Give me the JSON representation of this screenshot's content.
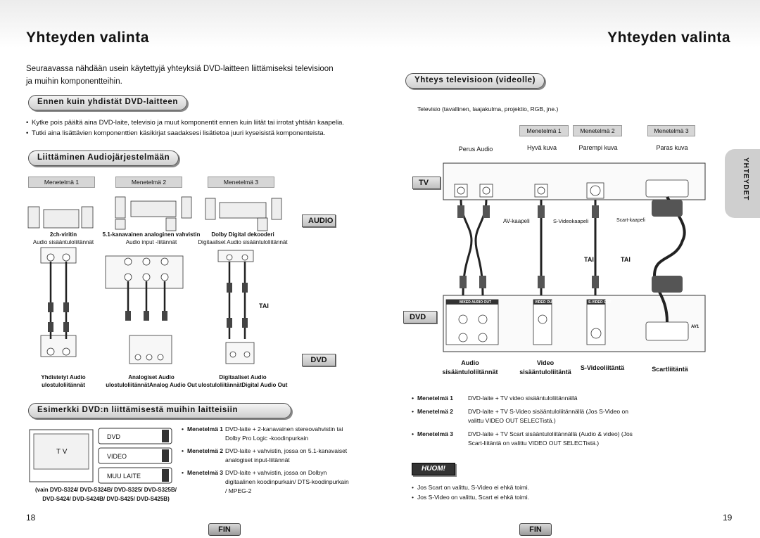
{
  "left": {
    "title": "Yhteyden valinta",
    "intro": "Seuraavassa nähdään usein käytettyjä yhteyksiä DVD-laitteen liittämiseksi televisioon ja muihin komponentteihin.",
    "section1": {
      "heading": "Ennen kuin yhdistät DVD-laitteen",
      "bullets": [
        "Kytke pois päältä aina DVD-laite, televisio ja muut komponentit ennen kuin liität tai irrotat yhtään kaapelia.",
        "Tutki aina lisättävien komponenttien käsikirjat saadaksesi lisätietoa juuri kyseisistä komponenteista."
      ]
    },
    "section2": {
      "heading": "Liittäminen Audiojärjestelmään",
      "methods": [
        "Menetelmä 1",
        "Menetelmä 2",
        "Menetelmä 3"
      ],
      "top_labels": [
        {
          "bold": "2ch-viritin",
          "text": "Audio sisääntuloliitännät"
        },
        {
          "bold": "5.1-kanavainen analoginen vahvistin",
          "text": "Audio input -liitännät"
        },
        {
          "bold": "Dolby Digital dekooderi",
          "text": "Digitaaliset Audio sisääntuloliitännät"
        }
      ],
      "bottom_labels": [
        {
          "bold": "Yhdistetyt Audio",
          "text": "ulostuloliitännät"
        },
        {
          "bold": "Analogiset Audio",
          "text": "ulostuloliitännätAnalog Audio Out"
        },
        {
          "bold": "Digitaaliset Audio",
          "text": "ulostuloliitännätDigital Audio Out"
        }
      ],
      "audio_tag": "AUDIO",
      "dvd_tag": "DVD",
      "tai": "TAI"
    },
    "section3": {
      "heading": "Esimerkki DVD:n liittämisestä muihin laitteisiin",
      "diagram": {
        "tv": "T V",
        "dvd": "DVD",
        "video": "VIDEO",
        "muu": "MUU LAITE"
      },
      "methods": [
        {
          "k": "Menetelmä 1",
          "v": "DVD-laite + 2-kanavainen stereovahvistin tai Dolby Pro Logic -koodinpurkain"
        },
        {
          "k": "Menetelmä 2",
          "v": "DVD-laite + vahvistin, jossa on 5.1-kanavaiset analogiset input-liitännät"
        },
        {
          "k": "Menetelmä 3",
          "v": "DVD-laite + vahvistin, jossa on Dolbyn digitaalinen koodinpurkain/ DTS-koodinpurkain / MPEG-2"
        }
      ],
      "models_line1": "(vain DVD-S324/ DVD-S324B/ DVD-S325/ DVD-S325B/",
      "models_line2": "DVD-S424/ DVD-S424B/ DVD-S425/ DVD-S425B)"
    },
    "page_number": "18",
    "lang": "FIN"
  },
  "right": {
    "title": "Yhteyden valinta",
    "section": {
      "heading": "Yhteys televisioon (videolle)",
      "subtitle": "Televisio (tavallinen, laajakulma, projektio, RGB, jne.)",
      "methods": [
        "Menetelmä 1",
        "Menetelmä 2",
        "Menetelmä 3"
      ],
      "quality": [
        "Perus Audio",
        "Hyvä kuva",
        "Parempi kuva",
        "Paras kuva"
      ],
      "cables": [
        "AV-kaapeli",
        "S-Videokaapeli",
        "Scart-kaapeli"
      ],
      "tai1": "TAI",
      "tai2": "TAI",
      "tv_tag": "TV",
      "dvd_tag": "DVD",
      "bottom_labels": [
        {
          "a": "Audio",
          "b": "sisääntuloliitännät"
        },
        {
          "a": "Video",
          "b": "sisääntuloliitäntä"
        },
        {
          "a": "S-Videoliitäntä",
          "b": ""
        },
        {
          "a": "Scartliitäntä",
          "b": ""
        }
      ],
      "jacks": {
        "mixed": "MIXED AUDIO OUT",
        "video": "VIDEO OUT",
        "svideo": "S-VIDEO OUT",
        "av1": "AV1"
      }
    },
    "methods": [
      {
        "k": "Menetelmä 1",
        "v": "DVD-laite + TV video sisääntuloliitännällä"
      },
      {
        "k": "Menetelmä 2",
        "v": "DVD-laite + TV S-Video sisääntuloliitännällä (Jos S-Video on valittu VIDEO OUT SELECTistä.)"
      },
      {
        "k": "Menetelmä 3",
        "v": "DVD-laite + TV Scart sisääntuloliitännällä (Audio & video) (Jos Scart-liitäntä on valittu VIDEO OUT SELECTistä.)"
      }
    ],
    "note_title": "HUOM!",
    "notes": [
      "Jos Scart on valittu, S-Video ei ehkä toimi.",
      "Jos S-Video on valittu, Scart ei ehkä toimi."
    ],
    "side_tab": "YHTEYDET",
    "page_number": "19",
    "lang": "FIN"
  }
}
